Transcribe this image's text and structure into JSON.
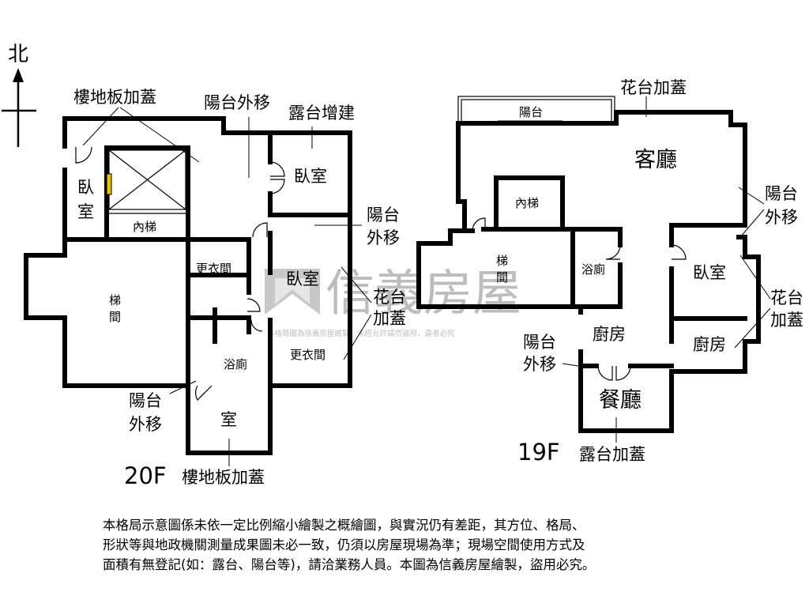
{
  "compass": {
    "north": "北"
  },
  "floors": {
    "f20": "20F",
    "f19": "19F"
  },
  "rooms_20f": {
    "bedroom_nw_a": "臥",
    "bedroom_nw_b": "室",
    "inner_stairs": "內梯",
    "bedroom_ne": "臥室",
    "stairwell_a": "梯",
    "stairwell_b": "間",
    "closet_upper": "更衣間",
    "bedroom_mid": "臥室",
    "closet_lower": "更衣間",
    "bathroom": "浴廁",
    "room": "室"
  },
  "rooms_19f": {
    "balcony": "陽台",
    "living": "客廳",
    "inner_stairs": "內梯",
    "stairwell_a": "梯",
    "stairwell_b": "間",
    "bathroom": "浴廁",
    "bedroom": "臥室",
    "kitchen_a": "廚房",
    "kitchen_b": "廚房",
    "dining": "餐廳"
  },
  "annotations": {
    "floor_slab_top": "樓地板加蓋",
    "balcony_move_top": "陽台外移",
    "terrace_add": "露台增建",
    "balcony_move_mid_a": "陽台",
    "balcony_move_mid_b": "外移",
    "planter_mid_a": "花台",
    "planter_mid_b": "加蓋",
    "balcony_move_low_a": "陽台",
    "balcony_move_low_b": "外移",
    "floor_slab_bottom": "樓地板加蓋",
    "planter_top_19": "花台加蓋",
    "balcony_move_19_a": "陽台",
    "balcony_move_19_b": "外移",
    "planter_19_a": "花台",
    "planter_19_b": "加蓋",
    "balcony_move_19_low_a": "陽台",
    "balcony_move_19_low_b": "外移",
    "terrace_19": "露台加蓋"
  },
  "watermark": {
    "brand": "信義房屋",
    "notice": "本格局圖為信義房屋繪製，未經允許請勿盜用，違者必究"
  },
  "disclaimer": [
    "本格局示意圖係未依一定比例縮小繪製之概繪圖，與實況仍有差距，其方位、格局、",
    "形狀等與地政機關測量成果圖未必一致，仍須以房屋現場為準；現場空間使用方式及",
    "面積有無登記(如：露台、陽台等)，請洽業務人員。本圖為信義房屋繪製，盜用必究。"
  ]
}
